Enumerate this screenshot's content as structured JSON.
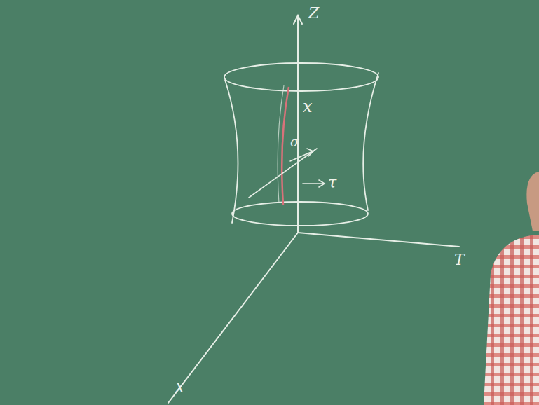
{
  "diagram": {
    "labels": [
      "Z",
      "T",
      "X",
      "x",
      "σ",
      "τ"
    ]
  }
}
